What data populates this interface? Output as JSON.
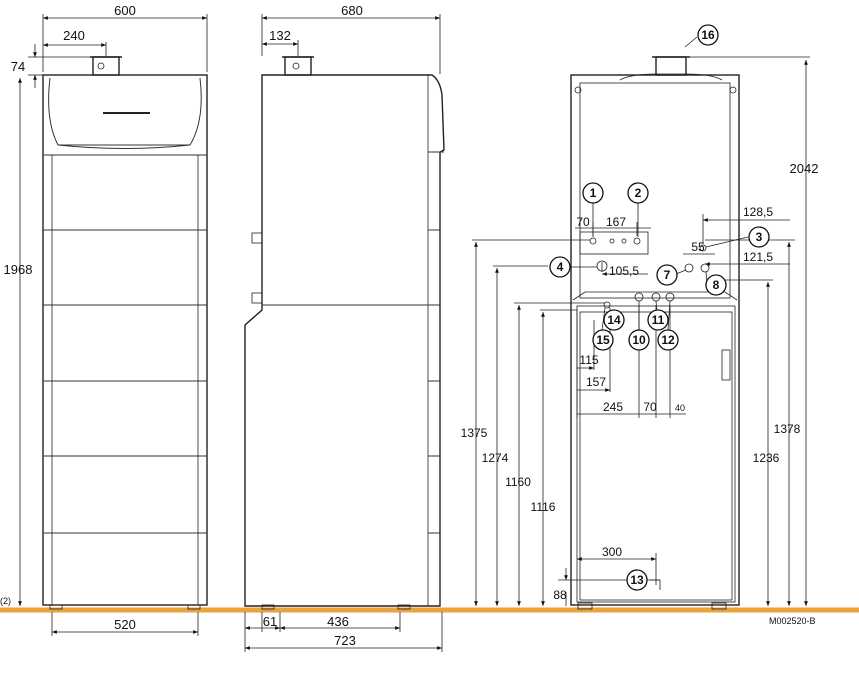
{
  "figure_ref": "M002520-B",
  "front_view": {
    "width": "600",
    "flue_offset": "240",
    "flue_height": "74",
    "height": "1968",
    "feet_spacing": "520",
    "note": "(2)"
  },
  "side_view": {
    "depth": "680",
    "flue_offset": "132",
    "foot_front": "61",
    "foot_spacing": "436",
    "overall_depth": "723"
  },
  "rear_view": {
    "overall_height": "2042",
    "dims": {
      "d70_top": "70",
      "d167": "167",
      "d128_5": "128,5",
      "d105_5": "105,5",
      "d55": "55",
      "d121_5": "121,5",
      "d115": "115",
      "d157": "157",
      "d245": "245",
      "d70_mid": "70",
      "d40": "40",
      "d300": "300",
      "d88": "88",
      "h1375": "1375",
      "h1274": "1274",
      "h1160": "1160",
      "h1116": "1116",
      "h1378": "1378",
      "h1236": "1236"
    },
    "markers": [
      "1",
      "2",
      "3",
      "4",
      "7",
      "8",
      "10",
      "11",
      "12",
      "13",
      "14",
      "15",
      "16"
    ]
  },
  "colors": {
    "floor": "#e8a33a",
    "line": "#222222"
  }
}
